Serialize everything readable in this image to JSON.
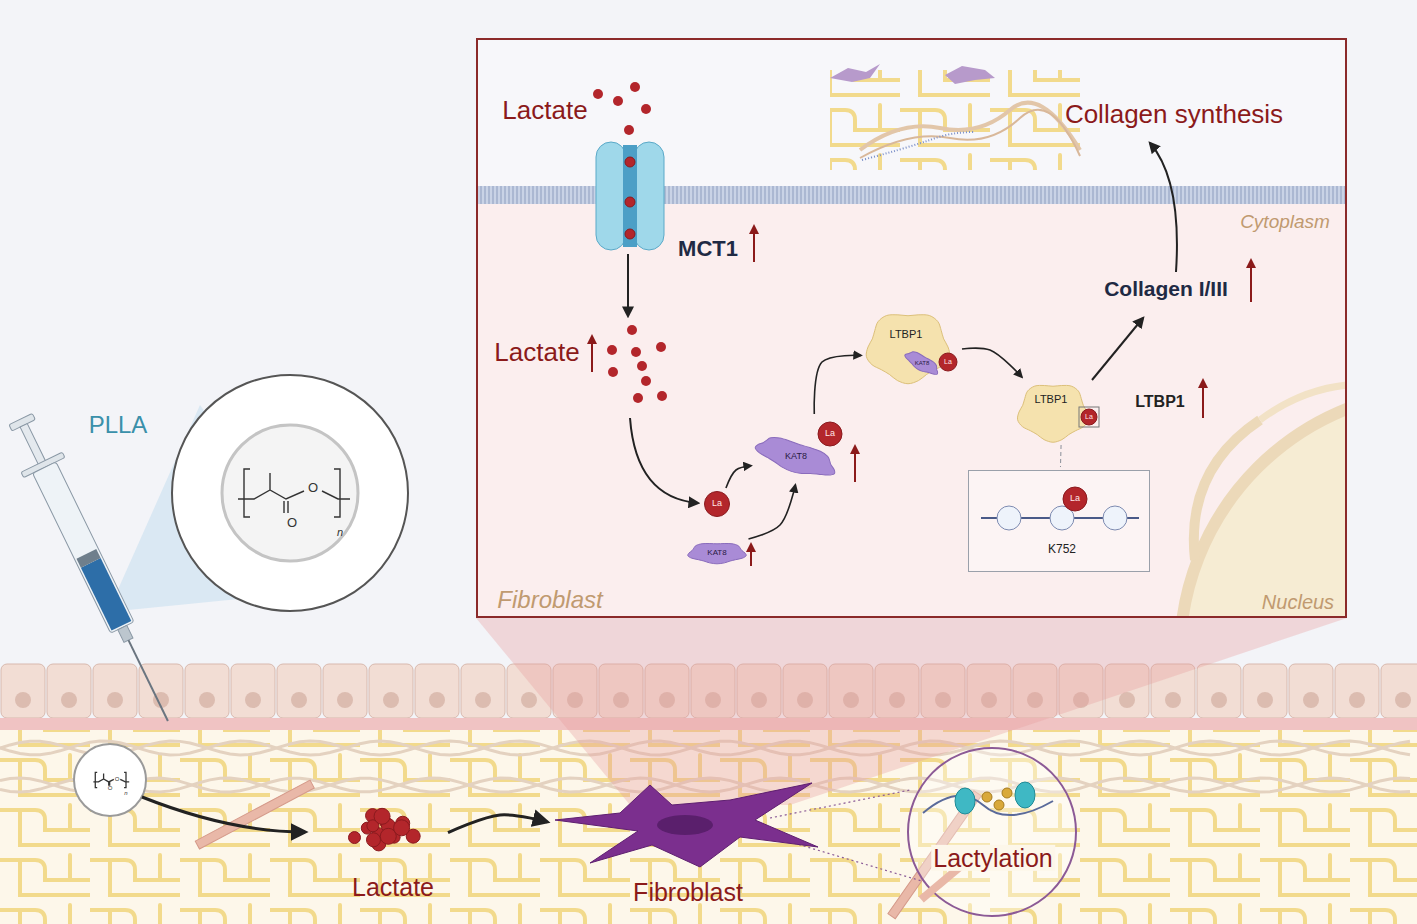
{
  "diagram": {
    "nodes": [
      {
        "text": [
          "Fibroblast"
        ]
      },
      {
        "text": [
          "MCT1"
        ],
        "in": 0
      },
      {
        "text": [
          "La"
        ],
        "in": 0
      },
      {
        "text": [
          "KAT8"
        ],
        "in": 0
      },
      {
        "text": [
          "KAT8",
          "La"
        ],
        "in": 0
      },
      {
        "text": [
          "LTBP1",
          "KAT8",
          "La"
        ],
        "in": 0
      },
      {
        "text": [
          "LTBP1",
          "La"
        ],
        "in": 0
      },
      {
        "text": [
          "La",
          "K752"
        ],
        "in": 0
      },
      {
        "text": [
          "PLLA"
        ]
      },
      {
        "text": [
          "Lactate"
        ]
      },
      {
        "text": [
          "Fibroblast"
        ]
      },
      {
        "text": [
          "Lactylation"
        ]
      }
    ],
    "edges": [
      {
        "from": 2,
        "to": 4,
        "arrow": "to"
      },
      {
        "from": 3,
        "to": 4,
        "arrow": "to"
      },
      {
        "from": 4,
        "to": 5,
        "arrow": "to"
      },
      {
        "from": 5,
        "to": 6,
        "arrow": "to"
      },
      {
        "from": 6,
        "to": 7,
        "arrow": "none"
      },
      {
        "from": 9,
        "to": 10,
        "arrow": "to"
      }
    ],
    "labels": [
      "Lactate",
      "Lactate",
      "Collagen synthesis",
      "Collagen I/III",
      "LTBP1",
      "Cytoplasm",
      "Nucleus",
      "O",
      "O",
      "n",
      "O",
      "O",
      "n"
    ]
  }
}
